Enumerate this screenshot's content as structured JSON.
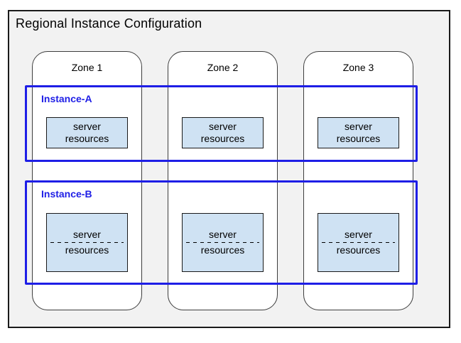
{
  "colors": {
    "region_fill": "#f2f2f2",
    "region_border": "#1a1a1a",
    "zone_fill": "#ffffff",
    "zone_border": "#3d3d3d",
    "instance_accent": "#1e1ee6",
    "resource_fill": "#cfe2f3",
    "resource_border": "#1a1a1a",
    "text": "#000000"
  },
  "title": "Regional Instance Configuration",
  "zones": [
    {
      "label": "Zone 1"
    },
    {
      "label": "Zone 2"
    },
    {
      "label": "Zone 3"
    }
  ],
  "instances": [
    {
      "label": "Instance-A",
      "resources": [
        {
          "line1": "server",
          "line2": "resources",
          "split": false
        },
        {
          "line1": "server",
          "line2": "resources",
          "split": false
        },
        {
          "line1": "server",
          "line2": "resources",
          "split": false
        }
      ]
    },
    {
      "label": "Instance-B",
      "resources": [
        {
          "line1": "server",
          "line2": "resources",
          "split": true
        },
        {
          "line1": "server",
          "line2": "resources",
          "split": true
        },
        {
          "line1": "server",
          "line2": "resources",
          "split": true
        }
      ]
    }
  ]
}
